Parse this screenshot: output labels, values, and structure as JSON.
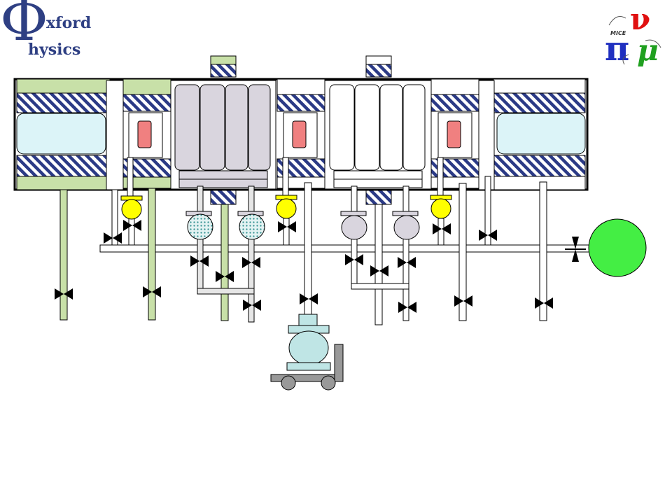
{
  "logo": {
    "phi": "Φ",
    "word1": "xford",
    "word2": "hysics"
  },
  "mice_logo": {
    "badge": "MICE",
    "nu": "ν",
    "pi": "π",
    "mu": "μ"
  },
  "colors": {
    "pipe_green": "#c8e0a8",
    "pipe_grey": "#e6e6e6",
    "window_blue": "#dcf4f8",
    "hatch": "#2b3a86",
    "absorber": "#d9d5de",
    "coil_red": "#f08080",
    "gauge_yellow": "#ffff00",
    "pump_green": "#44ee44",
    "pump_cyan": "#bfe5e5",
    "trolley_grey": "#999999"
  }
}
